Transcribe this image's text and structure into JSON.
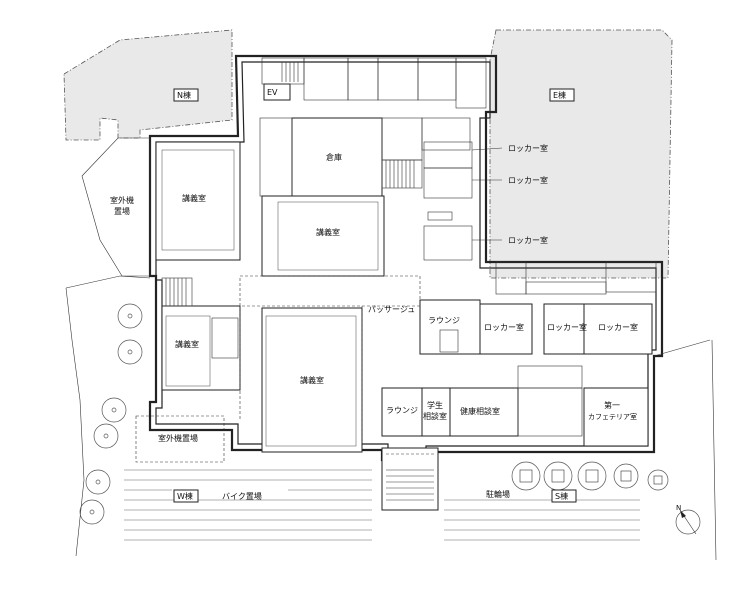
{
  "labels": {
    "n_building": "N棟",
    "e_building": "E棟",
    "w_building": "W棟",
    "s_building": "S棟",
    "ev": "EV",
    "warehouse": "倉庫",
    "locker_1": "ロッカー室",
    "locker_2": "ロッカー室",
    "locker_3": "ロッカー室",
    "locker_4": "ロッカー室",
    "locker_5": "ロッカー室",
    "locker_6": "ロッカー室",
    "outdoor_unit_1_line1": "室外機",
    "outdoor_unit_1_line2": "置場",
    "outdoor_unit_2": "室外機置場",
    "lecture_1": "講義室",
    "lecture_2": "講義室",
    "lecture_3": "講義室",
    "lecture_4": "講義室",
    "passage": "パッサージュ",
    "lounge_1": "ラウンジ",
    "lounge_2": "ラウンジ",
    "student_consult_line1": "学生",
    "student_consult_line2": "相談室",
    "health_consult": "健康相談室",
    "cafeteria_line1": "第一",
    "cafeteria_line2": "カフェテリア室",
    "bike_parking": "バイク置場",
    "bicycle_parking": "駐輪場"
  },
  "colors": {
    "building_fill": "#e9e9e9",
    "line": "#222222",
    "background": "#ffffff"
  },
  "icons": {
    "north_arrow": "north-arrow-icon"
  }
}
